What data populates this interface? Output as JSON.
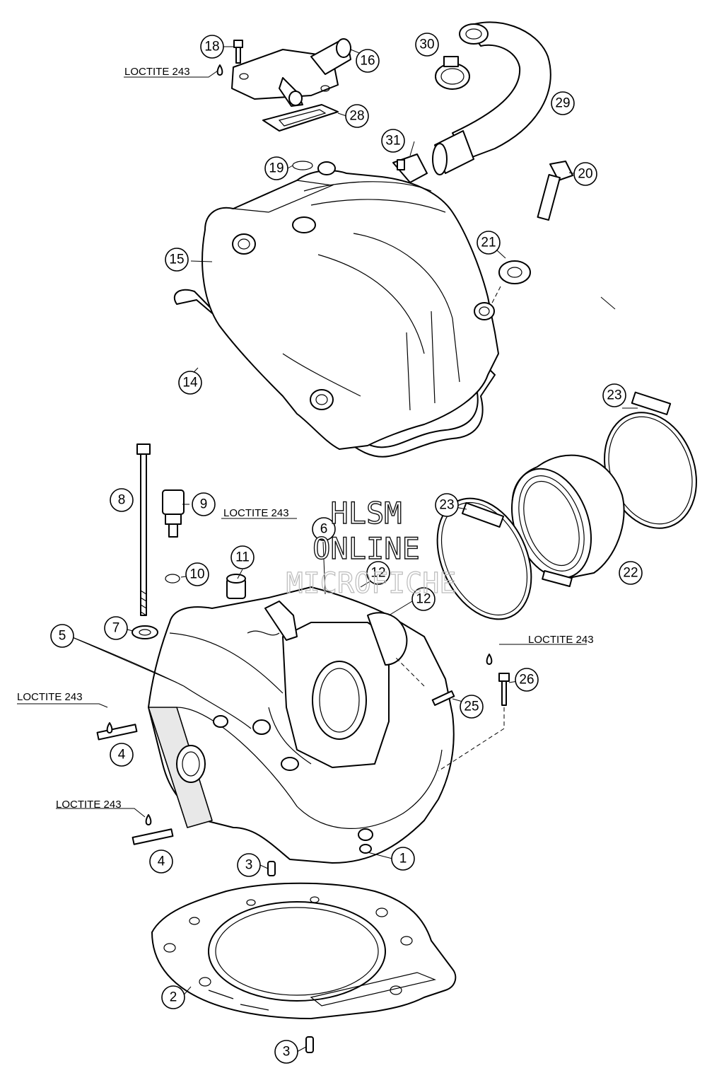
{
  "diagram": {
    "callouts": [
      "1",
      "2",
      "3",
      "3",
      "4",
      "4",
      "5",
      "6",
      "7",
      "8",
      "9",
      "10",
      "11",
      "12",
      "12",
      "14",
      "15",
      "16",
      "18",
      "19",
      "20",
      "21",
      "22",
      "23",
      "23",
      "25",
      "26",
      "28",
      "29",
      "30",
      "31"
    ],
    "loctite_labels": [
      "LOCTITE 243",
      "LOCTITE 243",
      "LOCTITE 243",
      "LOCTITE 243",
      "LOCTITE 243"
    ]
  },
  "watermark": {
    "line1": "HLSM",
    "line2": "ONLINE",
    "line3": "MICROFICHE"
  }
}
